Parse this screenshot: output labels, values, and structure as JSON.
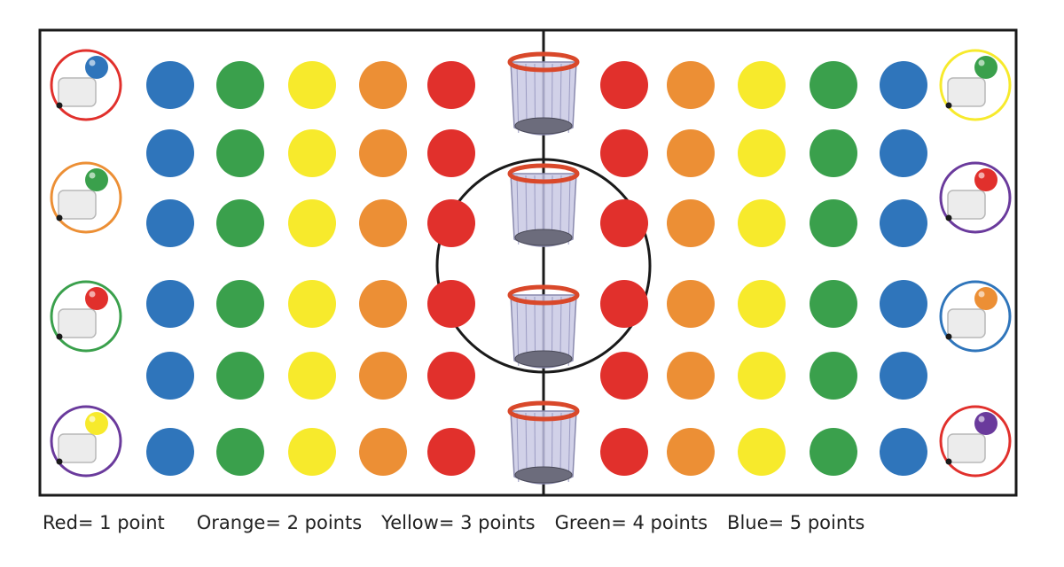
{
  "colors": {
    "red": "#e1302c",
    "orange": "#ec8f35",
    "yellow": "#f7ea2c",
    "green": "#3aa04c",
    "blue": "#2f75bb",
    "purple": "#6a3a9c",
    "line": "#1a1a1a",
    "basket_rim": "#d9482a",
    "basket_net": "#c9c9e4"
  },
  "field": {
    "left_columns": [
      "blue",
      "green",
      "yellow",
      "orange",
      "red"
    ],
    "right_columns": [
      "red",
      "orange",
      "yellow",
      "green",
      "blue"
    ],
    "rows": 6,
    "baskets": 4,
    "center_circle": true
  },
  "stations": {
    "left": [
      {
        "ring": "red",
        "ball": "blue"
      },
      {
        "ring": "orange",
        "ball": "green"
      },
      {
        "ring": "green",
        "ball": "red"
      },
      {
        "ring": "purple",
        "ball": "yellow"
      }
    ],
    "right": [
      {
        "ring": "yellow",
        "ball": "green"
      },
      {
        "ring": "purple",
        "ball": "red"
      },
      {
        "ring": "blue",
        "ball": "orange"
      },
      {
        "ring": "red",
        "ball": "purple"
      }
    ]
  },
  "legend": [
    {
      "label": "Red= 1 point",
      "color": "red"
    },
    {
      "label": "Orange= 2 points",
      "color": "orange"
    },
    {
      "label": "Yellow= 3 points",
      "color": "yellow"
    },
    {
      "label": "Green= 4 points",
      "color": "green"
    },
    {
      "label": "Blue= 5 points",
      "color": "blue"
    }
  ]
}
